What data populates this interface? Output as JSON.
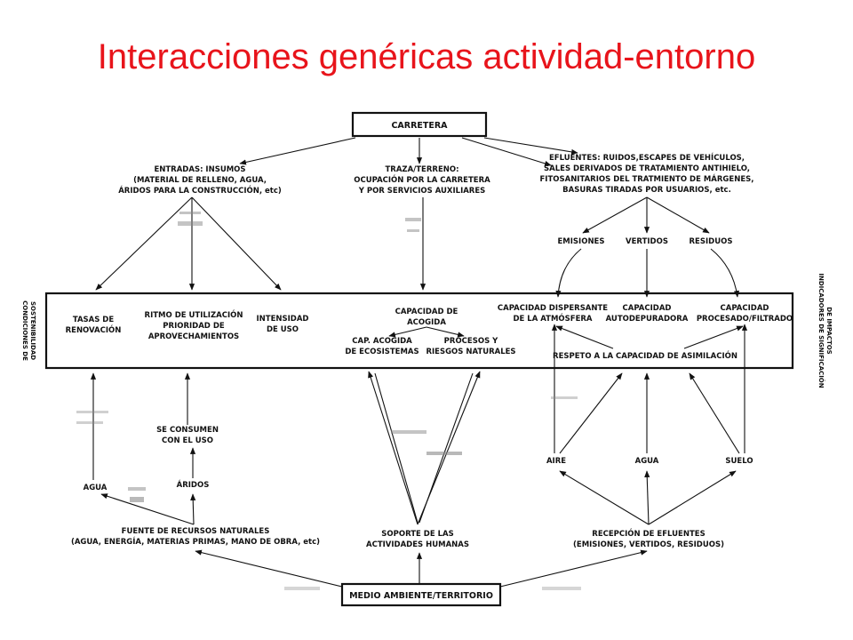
{
  "title": "Interacciones genéricas actividad-entorno",
  "diagram": {
    "top_node": "CARRETERA",
    "bottom_node": "MEDIO AMBIENTE/TERRITORIO",
    "entradas": [
      "ENTRADAS: INSUMOS",
      "(MATERIAL DE RELLENO, AGUA,",
      "ÁRIDOS PARA LA CONSTRUCCIÓN, etc)"
    ],
    "traza": [
      "TRAZA/TERRENO:",
      "OCUPACIÓN POR LA CARRETERA",
      "Y POR SERVICIOS AUXILIARES"
    ],
    "efluentes": [
      "EFLUENTES: RUIDOS,ESCAPES DE VEHÍCULOS,",
      "SALES DERIVADOS DE TRATAMIENTO ANTIHIELO,",
      "FITOSANITARIOS DEL TRATMIENTO DE MÁRGENES,",
      "BASURAS TIRADAS POR USUARIOS, etc."
    ],
    "emisiones": "EMISIONES",
    "vertidos": "VERTIDOS",
    "residuos": "RESIDUOS",
    "left_side_label": [
      "CONDICIONES DE",
      "SOSTENIBILIDAD"
    ],
    "right_side_label": [
      "INDICADORES DE SIGNIFICACIÓN",
      "DE IMPACTOS"
    ],
    "tasas": [
      "TASAS DE",
      "RENOVACIÓN"
    ],
    "ritmo": [
      "RITMO DE UTILIZACIÓN",
      "PRIORIDAD DE",
      "APROVECHAMIENTOS"
    ],
    "intensidad": [
      "INTENSIDAD",
      "DE USO"
    ],
    "capacidad_acogida": [
      "CAPACIDAD DE",
      "ACOGIDA"
    ],
    "cap_ecosistemas": [
      "CAP. ACOGIDA",
      "DE ECOSISTEMAS"
    ],
    "procesos": [
      "PROCESOS Y",
      "RIESGOS NATURALES"
    ],
    "cap_dispersante": [
      "CAPACIDAD DISPERSANTE",
      "DE LA ATMÓSFERA"
    ],
    "cap_autodepuradora": [
      "CAPACIDAD",
      "AUTODEPURADORA"
    ],
    "cap_procesado": [
      "CAPACIDAD",
      "PROCESADO/FILTRADO"
    ],
    "respeto": "RESPETO A LA CAPACIDAD DE ASIMILACIÓN",
    "se_consumen": [
      "SE CONSUMEN",
      "CON EL USO"
    ],
    "agua_left": "AGUA",
    "aridos": "ÁRIDOS",
    "aire": "AIRE",
    "agua_right": "AGUA",
    "suelo": "SUELO",
    "fuente": [
      "FUENTE DE RECURSOS NATURALES",
      "(AGUA, ENERGÍA, MATERIAS PRIMAS, MANO DE OBRA, etc)"
    ],
    "soporte": [
      "SOPORTE DE LAS",
      "ACTIVIDADES HUMANAS"
    ],
    "recepcion": [
      "RECEPCIÓN DE EFLUENTES",
      "(EMISIONES, VERTIDOS, RESIDUOS)"
    ]
  }
}
